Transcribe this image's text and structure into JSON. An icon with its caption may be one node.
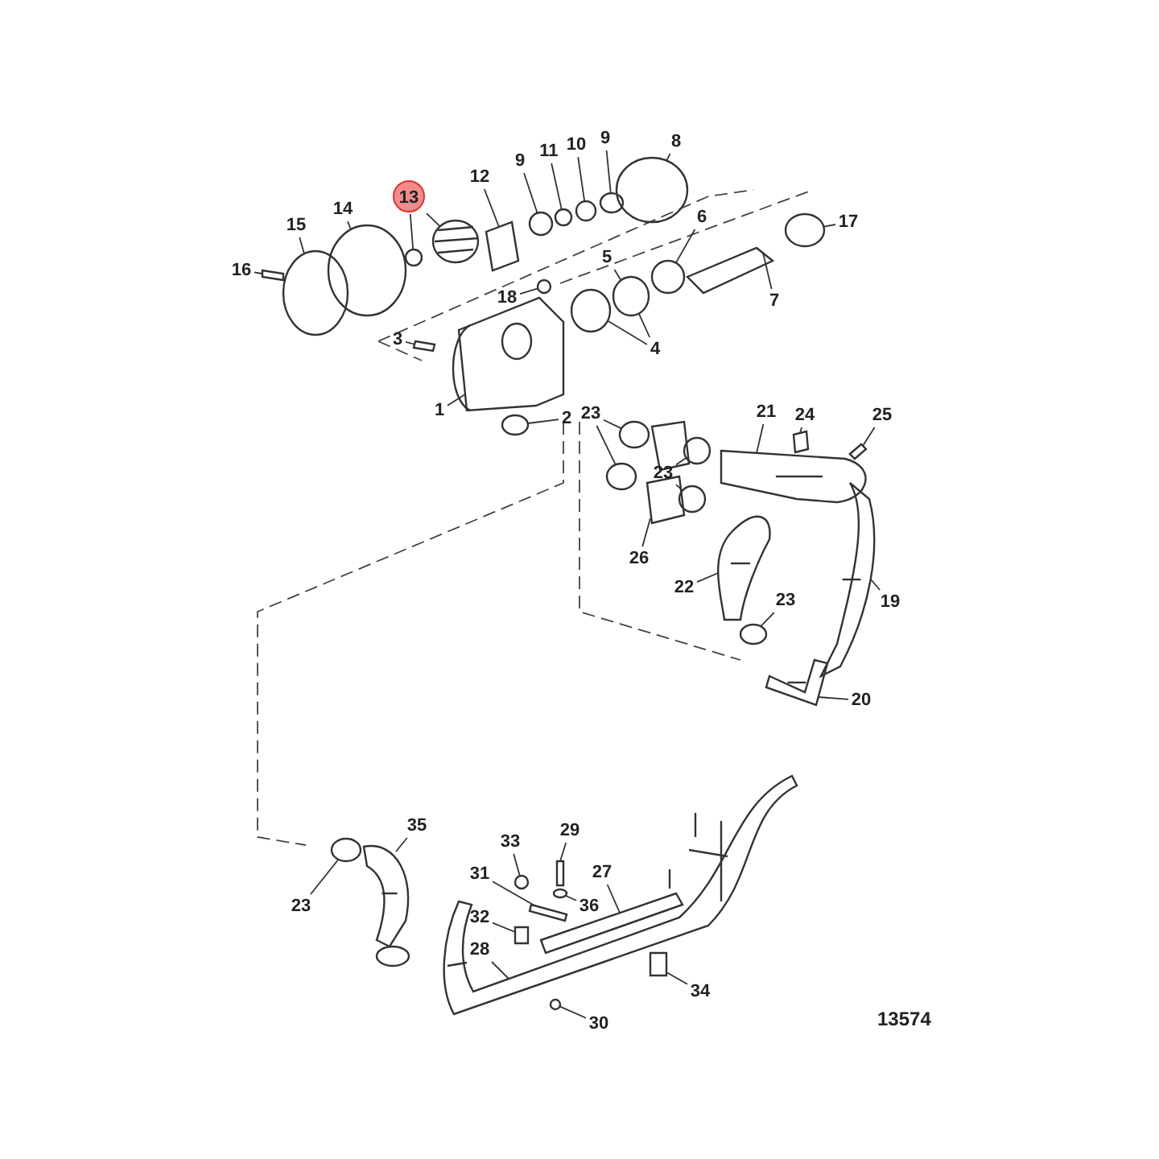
{
  "diagram": {
    "nodes": [
      {
        "text": [
          "8"
        ]
      },
      {
        "text": [
          "9"
        ]
      },
      {
        "text": [
          "10"
        ]
      },
      {
        "text": [
          "11"
        ]
      },
      {
        "text": [
          "9"
        ]
      },
      {
        "text": [
          "12"
        ]
      },
      {
        "text": [
          "13"
        ]
      },
      {
        "text": [
          "14"
        ]
      },
      {
        "text": [
          "15"
        ]
      },
      {
        "text": [
          "17"
        ]
      },
      {
        "text": [
          "6"
        ]
      },
      {
        "text": [
          "5"
        ]
      },
      {
        "text": [
          "16"
        ]
      },
      {
        "text": [
          "18"
        ]
      },
      {
        "text": [
          "7"
        ]
      },
      {
        "text": [
          "3"
        ]
      },
      {
        "text": [
          "4"
        ]
      },
      {
        "text": [
          "1"
        ]
      },
      {
        "text": [
          "2"
        ]
      },
      {
        "text": [
          "23"
        ]
      },
      {
        "text": [
          "21"
        ]
      },
      {
        "text": [
          "24"
        ]
      },
      {
        "text": [
          "25"
        ]
      },
      {
        "text": [
          "23"
        ]
      },
      {
        "text": [
          "26"
        ]
      },
      {
        "text": [
          "22"
        ]
      },
      {
        "text": [
          "23"
        ]
      },
      {
        "text": [
          "19"
        ]
      },
      {
        "text": [
          "20"
        ]
      },
      {
        "text": [
          "35"
        ]
      },
      {
        "text": [
          "29"
        ]
      },
      {
        "text": [
          "33"
        ]
      },
      {
        "text": [
          "27"
        ]
      },
      {
        "text": [
          "31"
        ]
      },
      {
        "text": [
          "36"
        ]
      },
      {
        "text": [
          "23"
        ]
      },
      {
        "text": [
          "32"
        ]
      },
      {
        "text": [
          "28"
        ]
      },
      {
        "text": [
          "34"
        ]
      },
      {
        "text": [
          "30"
        ]
      },
      {
        "text": [],
        "shape": "circle"
      },
      {
        "text": [],
        "shape": "circle"
      },
      {
        "text": [],
        "shape": "circle"
      },
      {
        "text": [],
        "shape": "circle"
      },
      {
        "text": [],
        "shape": "circle"
      },
      {
        "text": [],
        "shape": "box"
      },
      {
        "text": [],
        "shape": "circle"
      },
      {
        "text": [],
        "shape": "picture"
      },
      {
        "text": [],
        "shape": "circle"
      },
      {
        "text": [],
        "shape": "circle"
      },
      {
        "text": [],
        "shape": "circle"
      },
      {
        "text": [],
        "shape": "circle"
      },
      {
        "text": [],
        "shape": "circle"
      },
      {
        "text": [],
        "shape": "box"
      },
      {
        "text": [],
        "shape": "circle"
      },
      {
        "text": [],
        "shape": "bar"
      },
      {
        "text": [],
        "shape": "box"
      },
      {
        "text": [],
        "shape": "circle"
      },
      {
        "text": [],
        "shape": "picture"
      },
      {
        "text": [],
        "shape": "circle"
      },
      {
        "text": [],
        "shape": "circle"
      },
      {
        "text": [],
        "shape": "circle"
      },
      {
        "text": [],
        "shape": "picture"
      },
      {
        "text": [],
        "shape": "box"
      },
      {
        "text": [],
        "shape": "box"
      },
      {
        "text": [],
        "shape": "circle"
      },
      {
        "text": [],
        "shape": "circle"
      },
      {
        "text": [],
        "shape": "box"
      },
      {
        "text": [],
        "shape": "picture"
      },
      {
        "text": [],
        "shape": "circle"
      },
      {
        "text": [],
        "shape": "picture"
      },
      {
        "text": [],
        "shape": "picture"
      },
      {
        "text": [],
        "shape": "picture"
      },
      {
        "text": [],
        "shape": "box"
      },
      {
        "text": [],
        "shape": "circle"
      },
      {
        "text": [],
        "shape": "bar"
      },
      {
        "text": [],
        "shape": "box"
      },
      {
        "text": [],
        "shape": "circle"
      },
      {
        "text": [],
        "shape": "circle"
      },
      {
        "text": [],
        "shape": "box"
      },
      {
        "text": [],
        "shape": "picture"
      },
      {
        "text": [],
        "shape": "box"
      },
      {
        "text": [],
        "shape": "circle"
      }
    ],
    "edges": [
      {
        "from": 0,
        "to": 40,
        "arrow": "none"
      },
      {
        "from": 1,
        "to": 41,
        "arrow": "none"
      },
      {
        "from": 2,
        "to": 42,
        "arrow": "none"
      },
      {
        "from": 3,
        "to": 43,
        "arrow": "none"
      },
      {
        "from": 4,
        "to": 44,
        "arrow": "none"
      },
      {
        "from": 5,
        "to": 45,
        "arrow": "none"
      },
      {
        "from": 6,
        "to": 46,
        "arrow": "none"
      },
      {
        "from": 6,
        "to": 47,
        "arrow": "none"
      },
      {
        "from": 7,
        "to": 48,
        "arrow": "none"
      },
      {
        "from": 8,
        "to": 49,
        "arrow": "none"
      },
      {
        "from": 9,
        "to": 50,
        "arrow": "none"
      },
      {
        "from": 10,
        "to": 51,
        "arrow": "none"
      },
      {
        "from": 11,
        "to": 52,
        "arrow": "none"
      },
      {
        "from": 12,
        "to": 53,
        "arrow": "none"
      },
      {
        "from": 13,
        "to": 54,
        "arrow": "none"
      },
      {
        "from": 14,
        "to": 55,
        "arrow": "none"
      },
      {
        "from": 15,
        "to": 56,
        "arrow": "none"
      },
      {
        "from": 16,
        "to": 57,
        "arrow": "none"
      },
      {
        "from": 16,
        "to": 52,
        "arrow": "none"
      },
      {
        "from": 17,
        "to": 58,
        "arrow": "none"
      },
      {
        "from": 18,
        "to": 59,
        "arrow": "none"
      },
      {
        "from": 19,
        "to": 60,
        "arrow": "none"
      },
      {
        "from": 19,
        "to": 61,
        "arrow": "none"
      },
      {
        "from": 20,
        "to": 62,
        "arrow": "none"
      },
      {
        "from": 21,
        "to": 63,
        "arrow": "none"
      },
      {
        "from": 22,
        "to": 64,
        "arrow": "none"
      },
      {
        "from": 23,
        "to": 65,
        "arrow": "none"
      },
      {
        "from": 23,
        "to": 66,
        "arrow": "none"
      },
      {
        "from": 24,
        "to": 67,
        "arrow": "none"
      },
      {
        "from": 25,
        "to": 68,
        "arrow": "none"
      },
      {
        "from": 26,
        "to": 69,
        "arrow": "none"
      },
      {
        "from": 27,
        "to": 70,
        "arrow": "none"
      },
      {
        "from": 28,
        "to": 71,
        "arrow": "none"
      },
      {
        "from": 29,
        "to": 72,
        "arrow": "none"
      },
      {
        "from": 30,
        "to": 73,
        "arrow": "none"
      },
      {
        "from": 31,
        "to": 74,
        "arrow": "none"
      },
      {
        "from": 32,
        "to": 75,
        "arrow": "none"
      },
      {
        "from": 33,
        "to": 76,
        "arrow": "none"
      },
      {
        "from": 34,
        "to": 77,
        "arrow": "none"
      },
      {
        "from": 35,
        "to": 78,
        "arrow": "none"
      },
      {
        "from": 36,
        "to": 79,
        "arrow": "none"
      },
      {
        "from": 37,
        "to": 80,
        "arrow": "none"
      },
      {
        "from": 38,
        "to": 81,
        "arrow": "none"
      },
      {
        "from": 39,
        "to": 82,
        "arrow": "none"
      }
    ],
    "labels": [
      "13574"
    ]
  }
}
